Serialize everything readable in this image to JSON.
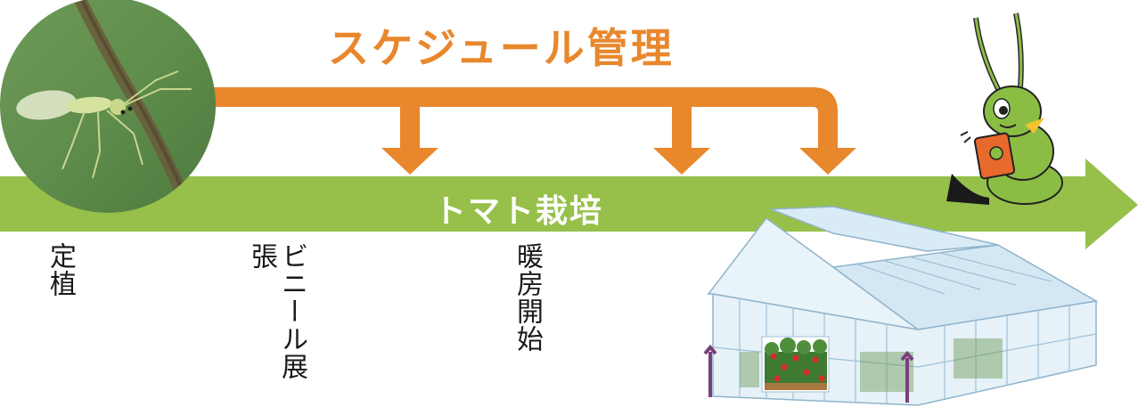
{
  "schedule_title": "スケジュール管理",
  "bar_label": "トマト栽培",
  "milestones": [
    {
      "id": "planting",
      "label": "定植"
    },
    {
      "id": "vinyl",
      "label": "ビニール展張"
    },
    {
      "id": "heating",
      "label": "暖房開始"
    }
  ],
  "colors": {
    "bar_green": "#96c04a",
    "schedule_orange": "#e8872c",
    "text_dark": "#1a1a1a"
  },
  "icons": [
    "insect-photo-icon",
    "cricket-mascot-icon",
    "greenhouse-icon"
  ]
}
